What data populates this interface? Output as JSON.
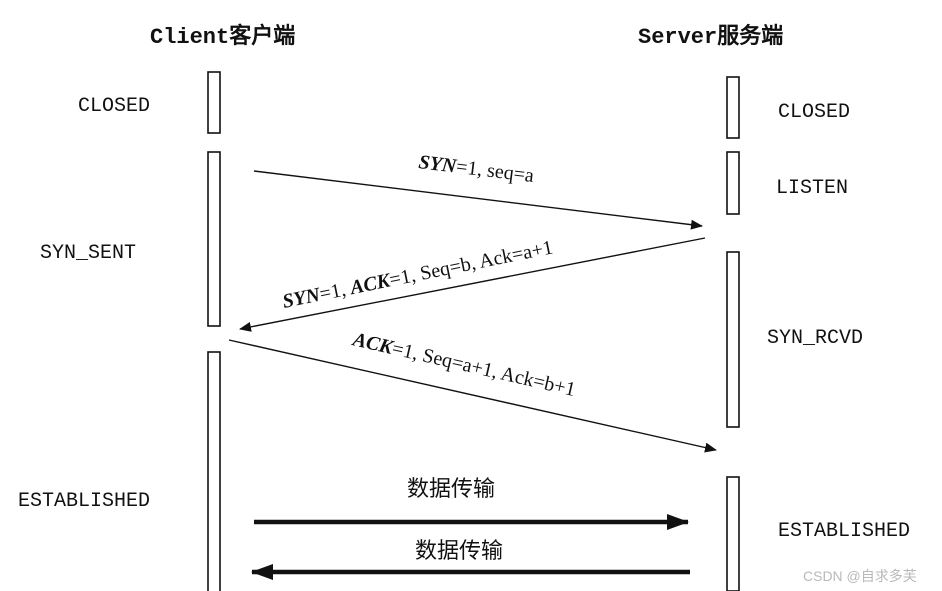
{
  "headers": {
    "client": "Client客户端",
    "server": "Server服务端"
  },
  "client_states": {
    "closed": "CLOSED",
    "syn_sent": "SYN_SENT",
    "established": "ESTABLISHED"
  },
  "server_states": {
    "closed": "CLOSED",
    "listen": "LISTEN",
    "syn_rcvd": "SYN_RCVD",
    "established": "ESTABLISHED"
  },
  "messages": {
    "syn": {
      "bold": "SYN",
      "rest": "=1, seq=a"
    },
    "syn_ack": {
      "b1": "SYN",
      "t1": "=1, ",
      "b2": "ACK",
      "t2": "=1, Seq=b, Ack=a+1"
    },
    "ack": {
      "bold": "ACK",
      "rest": "=1, Seq=a+1, Ack=b+1"
    },
    "data_1": "数据传输",
    "data_2": "数据传输"
  },
  "watermark": "CSDN @自求多芙"
}
